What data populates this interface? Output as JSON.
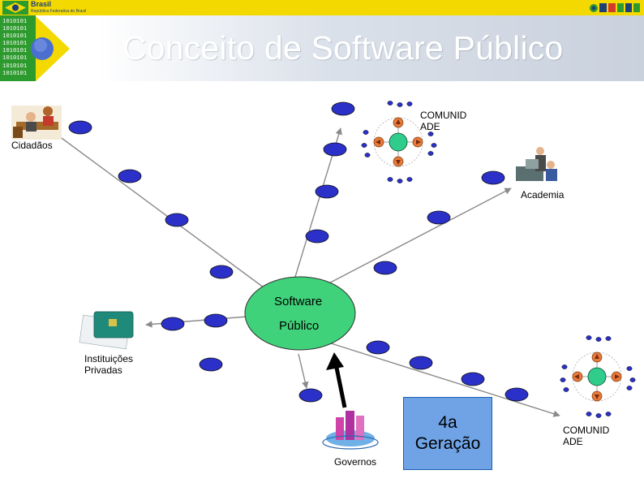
{
  "header": {
    "brand_name": "Brasil",
    "brand_sub": "República Federativa do Brasil",
    "binary_lines": [
      "1010101",
      "1010101",
      "1010101",
      "1010101",
      "1010101",
      "1010101",
      "1010101",
      "1010101"
    ],
    "title": "Conceito de Software Público"
  },
  "diagram": {
    "center_line1": "Software",
    "center_line2": "Público",
    "labels": {
      "cidadaos": "Cidadãos",
      "comunidade_top_1": "COMUNID",
      "comunidade_top_2": "ADE",
      "academia": "Academia",
      "instituicoes_1": "Instituições",
      "instituicoes_2": "Privadas",
      "governos": "Governos",
      "comunidade_bottom_1": "COMUNID",
      "comunidade_bottom_2": "ADE"
    },
    "geracao_line1": "4a",
    "geracao_line2": "Geração"
  },
  "colors": {
    "node_fill": "#2a30c8",
    "center_fill": "#3fd27a",
    "hub_fill": "#2fcc8c",
    "accent_yellow": "#f4d900",
    "accent_green": "#2d9a2d"
  }
}
